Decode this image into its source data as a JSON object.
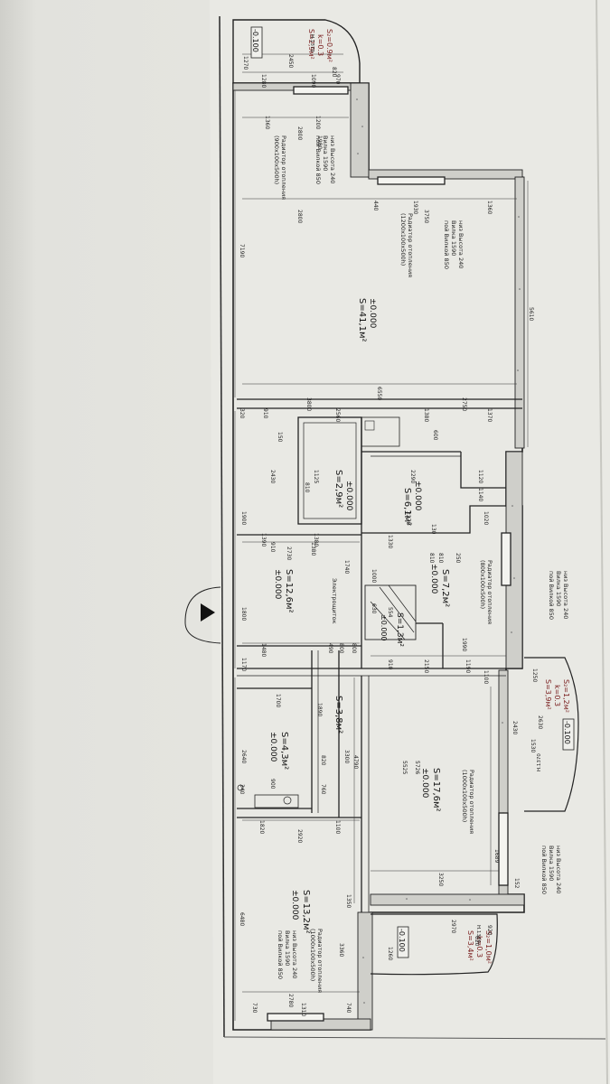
{
  "rooms": [
    {
      "id": "r1",
      "area": "S=41,1м²",
      "level": "±0.000"
    },
    {
      "id": "r2",
      "area": "S=2,9м²",
      "level": "±0.000"
    },
    {
      "id": "r3",
      "area": "S=6,1м²",
      "level": "±0.000"
    },
    {
      "id": "r4",
      "area": "S=12,6м²",
      "level": "±0.000"
    },
    {
      "id": "r5",
      "area": "S=7,2м²",
      "level": "±0.000"
    },
    {
      "id": "r6",
      "area": "S=1,3м²",
      "level": "±0.000"
    },
    {
      "id": "r7",
      "area": "S=3,8м²",
      "level": ""
    },
    {
      "id": "r8",
      "area": "S=4,3м²",
      "level": "±0.000"
    },
    {
      "id": "r9",
      "area": "S=17,6м²",
      "level": "±0.000"
    },
    {
      "id": "r10",
      "area": "S=13,2м²",
      "level": "±0.000"
    }
  ],
  "balconies": [
    {
      "id": "b1",
      "level": "-0.100",
      "area": "S=2,9м²",
      "k": "k=0.3",
      "s2": "S₂=0.9м²"
    },
    {
      "id": "b2",
      "level": "-0.100",
      "area": "S=3,9м²",
      "k": "k=0.3",
      "s2": "S₂=1,2м²"
    },
    {
      "id": "b3",
      "level": "-0.100",
      "area": "S=3,4м²",
      "k": "k=0.3",
      "s2": "S₂=1,0м²"
    }
  ],
  "window_notes": [
    {
      "id": "w1",
      "lines": [
        "низ Высота 240",
        "Вилка 1590",
        "пой Вилкой 850"
      ]
    },
    {
      "id": "w2",
      "lines": [
        "низ Высота 240",
        "Вилка 1590",
        "пой Вилкой 850"
      ]
    },
    {
      "id": "w3",
      "lines": [
        "низ Высота 240",
        "Вилка 1590",
        "пой Вилкой 850"
      ]
    },
    {
      "id": "w4",
      "lines": [
        "низ Высота 240",
        "Вилка 1590",
        "пой Вилкой 850"
      ]
    },
    {
      "id": "w5",
      "lines": [
        "низ Высота 240",
        "Вилка 1590",
        "пой Вилкой 850"
      ]
    }
  ],
  "radiator_notes": [
    {
      "id": "rad1",
      "lines": [
        "Радиатор отопления",
        "(900х100х500h)"
      ]
    },
    {
      "id": "rad2",
      "lines": [
        "Радиатор отопления",
        "(1200х100х500h)"
      ]
    },
    {
      "id": "rad3",
      "lines": [
        "Радиатор отопления",
        "(800х100х500h)"
      ]
    },
    {
      "id": "rad4",
      "lines": [
        "Радиатор отопления",
        "(1000х100х500h)"
      ]
    },
    {
      "id": "rad5",
      "lines": [
        "Радиатор отопления",
        "(1000х100х500h)"
      ]
    }
  ],
  "labels": {
    "electric_panel": "Электрощиток",
    "door_mark_1": "Н.1370",
    "door_mark_2": "Н.1370",
    "door_mark_3": "Н.1370"
  },
  "dimensions": {
    "top_balcony": [
      "1270",
      "2450",
      "1280",
      "1090",
      "970",
      "1200",
      "820"
    ],
    "living_top": [
      "1360",
      "2800",
      "1980",
      "440",
      "1930",
      "3750",
      "1360",
      "2800"
    ],
    "living_side": [
      "7190",
      "5610",
      "6550"
    ],
    "middle_row": [
      "320",
      "910",
      "2560",
      "1380",
      "3800",
      "2750",
      "1370",
      "910",
      "1380"
    ],
    "bath_block": [
      "150",
      "1125",
      "810",
      "600",
      "2290",
      "1120",
      "1140",
      "1020",
      "2270",
      "1330",
      "810",
      "130",
      "810",
      "250"
    ],
    "hall": [
      "1390",
      "2730",
      "1380",
      "1900",
      "2430",
      "1740",
      "1000",
      "1800",
      "1480",
      "1170",
      "554",
      "630",
      "800",
      "490",
      "800",
      "910",
      "2150",
      "1190",
      "1100",
      "1990"
    ],
    "lower": [
      "1700",
      "2640",
      "1890",
      "3300",
      "900",
      "340",
      "1820",
      "2920",
      "1100",
      "4790",
      "820",
      "760",
      "5525",
      "5726",
      "2430",
      "2630",
      "1530",
      "1250",
      "1689",
      "3250",
      "152"
    ],
    "bottom": [
      "6480",
      "3360",
      "1350",
      "2780",
      "730",
      "1310",
      "740",
      "1260",
      "2970",
      "920",
      "620"
    ]
  }
}
